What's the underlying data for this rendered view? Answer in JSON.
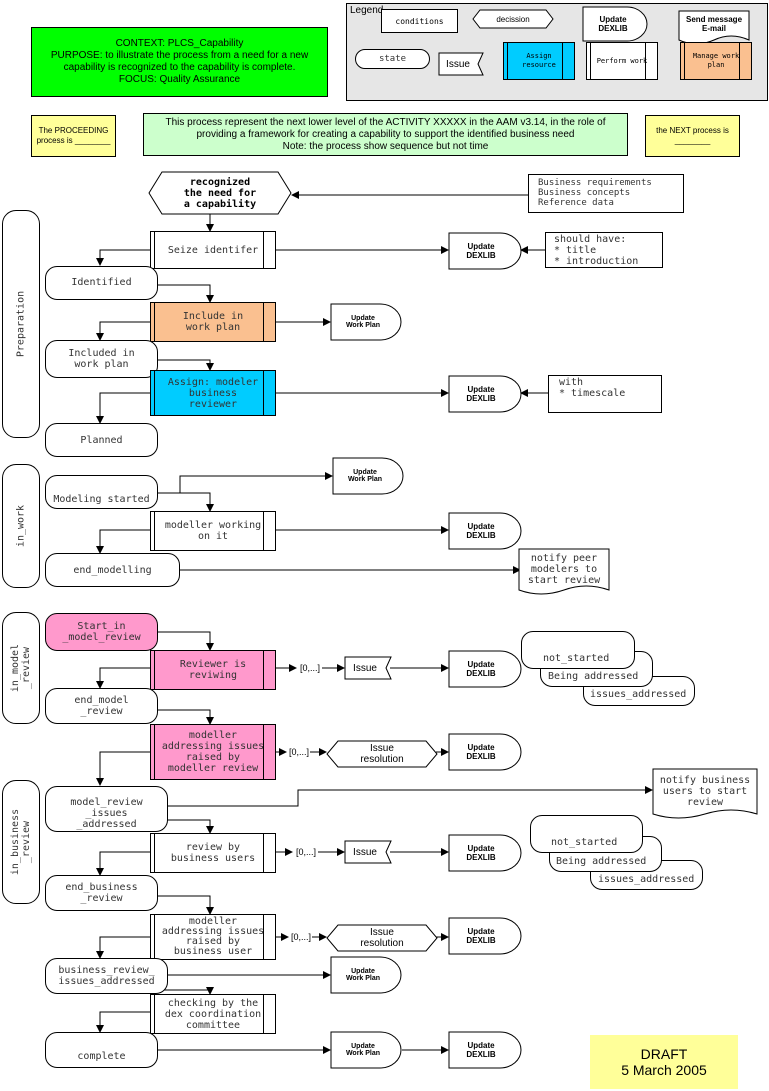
{
  "header": {
    "context_lines": "CONTEXT: PLCS_Capability\nPURPOSE: to illustrate the process from a need for a new capability is recognized to the capability is complete.\nFOCUS: Quality Assurance",
    "proceeding": "The PROCEEDING process is ________",
    "next": "the NEXT  process is ________",
    "description": "This process represent the next lower level of the ACTIVITY XXXXX in the AAM v3.14, in the role of providing a framework for creating a capability to support the identified business need\nNote:    the process show sequence but not time"
  },
  "legend": {
    "title": "Legend",
    "conditions": "conditions",
    "decision": "decission",
    "update_dexlib": "Update\nDEXLIB",
    "send_message": "Send message\nE-mail",
    "state": "state",
    "issue": "Issue",
    "assign": "Assign\nresource",
    "perform": "Perform work",
    "manage": "Manage work\nplan"
  },
  "colors": {
    "context_green": "#00ff00",
    "note_green": "#ccffcc",
    "yellow": "#ffff99",
    "orange": "#fac090",
    "cyan": "#00ccff",
    "pink": "#ff99cc",
    "legend_bg": "#e6e6e6"
  },
  "lanes": {
    "preparation": "Preparation",
    "in_work": "in_work",
    "in_model_review": "in_model\n_review",
    "in_business_review": "in_business\n_review"
  },
  "start": "recognized\nthe need for\na capability",
  "inputs_note": "Business requirements\nBusiness concepts\nReference data",
  "should_have_note": "should have:\n* title\n* introduction",
  "with_note": "with\n*  timescale",
  "notify_peer": "notify peer\nmodelers to\nstart review",
  "notify_business": "notify business\nusers to start\nreview",
  "activities": {
    "seize": "Seize identifer",
    "include": "Include in\nwork plan",
    "assign": "Assign: modeler\nbusiness\nreviewer",
    "modeller_working": "modeller working\non it",
    "reviewer": "Reviewer is\nreviwing",
    "modeller_addressing": "modeller\naddressing issues\nraised by\nmodeller review",
    "review_business": "review by\nbusiness users",
    "modeller_addressing_business": "modeller\naddressing issues\nraised by\nbusiness user",
    "checking": "checking by the\ndex coordination\ncommittee"
  },
  "states": {
    "identified": "Identified",
    "included": "Included in\nwork plan",
    "planned": "Planned",
    "modeling_started": "Modeling started",
    "end_modelling": "end_modelling",
    "start_model_review": "Start_in\n_model_review",
    "end_model_review": "end_model\n_review",
    "model_review_issues": "model_review\n_issues\n_addressed",
    "end_business_review": "end_business\n_review",
    "business_review_issues": "business_review_\nissues_addressed",
    "complete": "complete"
  },
  "issue_states_1": [
    "not_started",
    "Being addressed",
    "issues_addressed"
  ],
  "issue_states_2": [
    "not_started",
    "Being addressed",
    "issues_addressed"
  ],
  "labels": {
    "update_dexlib": "Update\nDEXLIB",
    "update_workplan": "Update\nWork Plan",
    "multiplicity": "[0,...]",
    "issue": "Issue",
    "issue_resolution": "Issue\nresolution"
  },
  "draft": {
    "title": "DRAFT",
    "date": "5 March 2005"
  }
}
